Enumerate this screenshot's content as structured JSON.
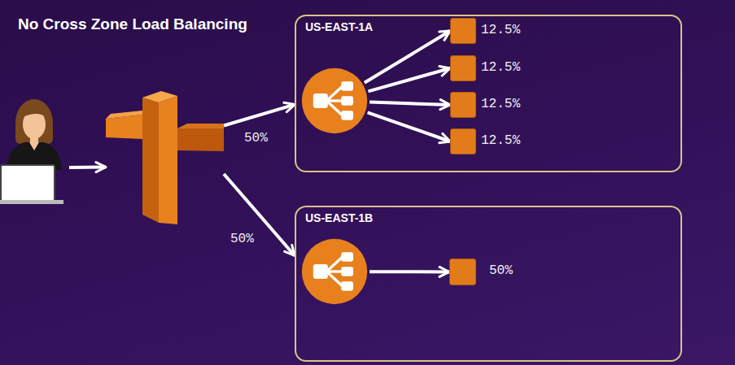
{
  "diagram": {
    "title": "No Cross Zone Load Balancing",
    "nodes": [
      {
        "text": []
      },
      {
        "text": []
      },
      {
        "text": [
          "US-EAST-1A"
        ]
      },
      {
        "text": [],
        "in": 2
      },
      {
        "text": [
          "12.5%"
        ],
        "in": 2
      },
      {
        "text": [
          "12.5%"
        ],
        "in": 2
      },
      {
        "text": [
          "12.5%"
        ],
        "in": 2
      },
      {
        "text": [
          "12.5%"
        ],
        "in": 2
      },
      {
        "text": [
          "US-EAST-1B"
        ]
      },
      {
        "text": [],
        "in": 8
      },
      {
        "text": [
          "50%"
        ],
        "in": 8
      }
    ],
    "edges": [
      {
        "from": 0,
        "to": 1,
        "arrow": "to"
      },
      {
        "from": 1,
        "to": 2,
        "label": "50%",
        "arrow": "to"
      },
      {
        "from": 1,
        "to": 8,
        "label": "50%",
        "arrow": "to"
      },
      {
        "from": 3,
        "to": 4,
        "arrow": "to"
      },
      {
        "from": 3,
        "to": 5,
        "arrow": "to"
      },
      {
        "from": 3,
        "to": 6,
        "arrow": "to"
      },
      {
        "from": 3,
        "to": 7,
        "arrow": "to"
      },
      {
        "from": 9,
        "to": 10,
        "arrow": "to"
      }
    ]
  }
}
